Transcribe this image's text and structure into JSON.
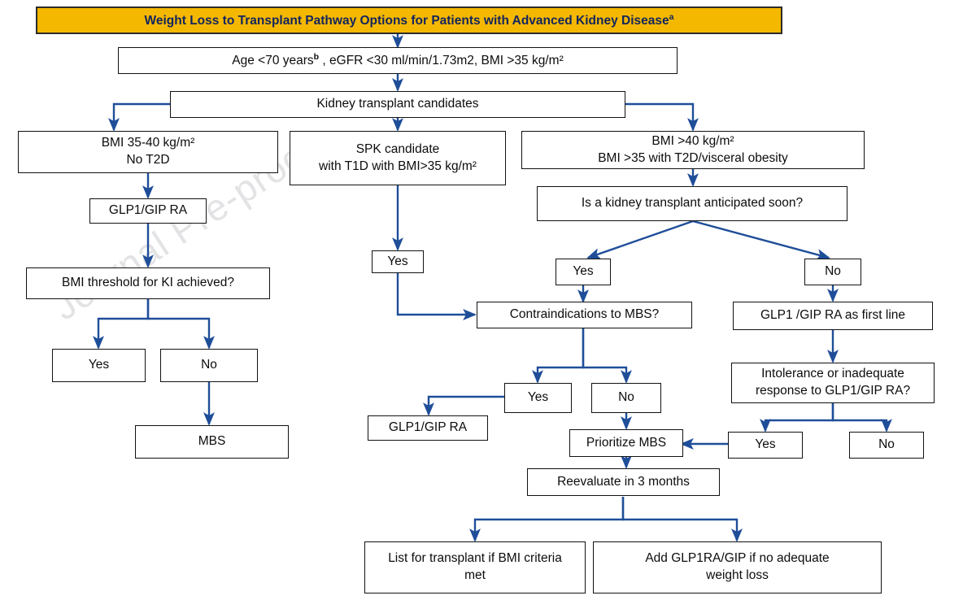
{
  "title": {
    "text": "Weight Loss to Transplant Pathway Options for Patients with Advanced Kidney Disease",
    "superscript": "a",
    "background_color": "#F5B800",
    "text_color": "#12255E",
    "border_color": "#2B2B2B"
  },
  "watermark": {
    "text": "Journal Pre-proof",
    "color": "#E3E3E6"
  },
  "theme": {
    "node_border_color": "#111111",
    "node_fill": "#FFFFFF",
    "connector_color": "#1F4E99",
    "page_background": "#FFFFFF"
  },
  "nodes": {
    "criteria": {
      "line1": "Age <70 years",
      "superscript": "b",
      "line2": " , eGFR <30 ml/min/1.73m2, BMI >35 kg/m²"
    },
    "candidates": {
      "label": "Kidney transplant candidates"
    },
    "bmi35_40": {
      "label": "BMI 35-40 kg/m²\nNo T2D"
    },
    "spk": {
      "label": "SPK candidate\nwith T1D with BMI>35 kg/m²"
    },
    "bmi40": {
      "label": "BMI >40 kg/m²\nBMI >35 with T2D/visceral obesity"
    },
    "glp1_left": {
      "label": "GLP1/GIP RA"
    },
    "transplant_soon": {
      "label": "Is a kidney transplant anticipated soon?"
    },
    "bmi_threshold": {
      "label": "BMI threshold for KI achieved?"
    },
    "spk_yes": {
      "label": "Yes"
    },
    "soon_yes": {
      "label": "Yes"
    },
    "soon_no": {
      "label": "No"
    },
    "threshold_yes": {
      "label": "Yes"
    },
    "threshold_no": {
      "label": "No"
    },
    "contraindications": {
      "label": "Contraindications to MBS?"
    },
    "glp1_first_line": {
      "label": "GLP1 /GIP RA as first line"
    },
    "mbs_left": {
      "label": "MBS"
    },
    "contra_yes": {
      "label": "Yes"
    },
    "contra_no": {
      "label": "No"
    },
    "intolerance": {
      "label": "Intolerance or inadequate\nresponse to GLP1/GIP RA?"
    },
    "glp1_mid": {
      "label": "GLP1/GIP RA"
    },
    "prioritize_mbs": {
      "label": "Prioritize MBS"
    },
    "intol_yes": {
      "label": "Yes"
    },
    "intol_no": {
      "label": "No"
    },
    "reevaluate": {
      "label": "Reevaluate in 3 months"
    },
    "list_transplant": {
      "label": "List for transplant if BMI criteria\nmet"
    },
    "add_glp1ra": {
      "label": "Add GLP1RA/GIP if no adequate\nweight loss"
    }
  }
}
